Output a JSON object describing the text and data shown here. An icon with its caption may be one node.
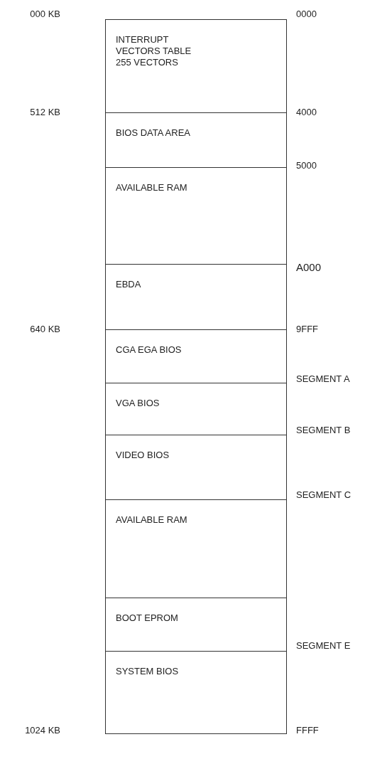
{
  "diagram": {
    "nodes": [
      {
        "text": [
          "INTERRUPT VECTORS TABLE 255 VECTORS"
        ]
      },
      {
        "text": [
          "BIOS DATA AREA"
        ]
      },
      {
        "text": [
          "AVAILABLE RAM"
        ]
      },
      {
        "text": [
          "EBDA"
        ]
      },
      {
        "text": [
          "CGA EGA BIOS"
        ]
      },
      {
        "text": [
          "VGA BIOS"
        ]
      },
      {
        "text": [
          "VIDEO BIOS"
        ]
      },
      {
        "text": [
          "AVAILABLE RAM"
        ]
      },
      {
        "text": [
          "BOOT EPROM"
        ]
      },
      {
        "text": [
          "SYSTEM BIOS"
        ]
      }
    ],
    "labels": [
      "000 KB",
      "0000",
      "512 KB",
      "4000",
      "5000",
      "A000",
      "640 KB",
      "9FFF",
      "SEGMENT A",
      "SEGMENT B",
      "SEGMENT C",
      "SEGMENT E",
      "1024 KB",
      "FFFF"
    ]
  }
}
